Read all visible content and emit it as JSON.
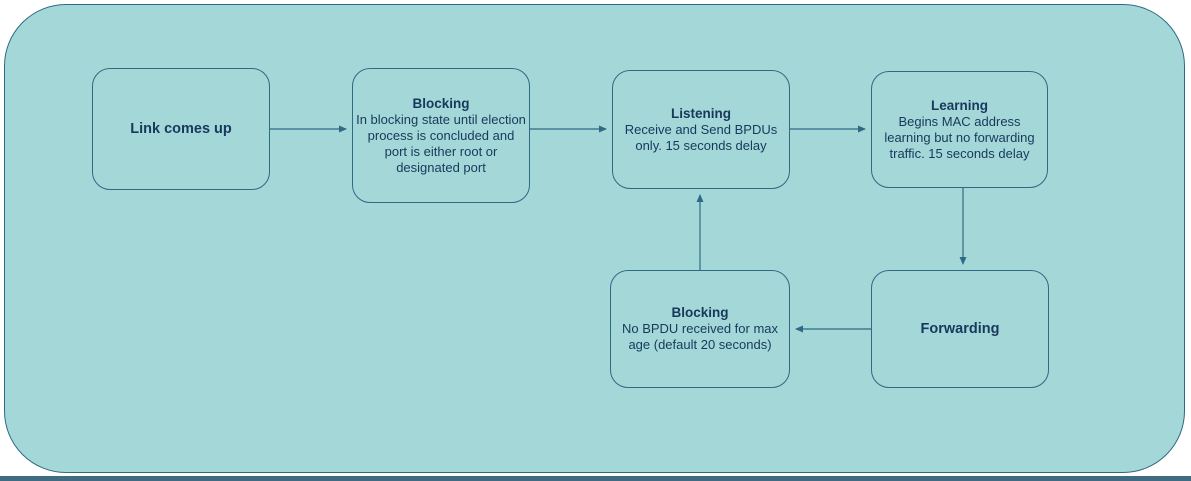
{
  "diagram": {
    "colors": {
      "canvas_fill": "#a4d7d8",
      "stroke": "#2f6a85",
      "text": "#17395c",
      "bottom_bar": "#406b80",
      "page_background": "#ffffff"
    },
    "nodes": [
      {
        "title": "Link comes up",
        "body": ""
      },
      {
        "title": "Blocking",
        "body": "In blocking state until election process is concluded and port is either root or designated port"
      },
      {
        "title": "Listening",
        "body": "Receive and Send BPDUs only. 15 seconds delay"
      },
      {
        "title": "Learning",
        "body": "Begins MAC address learning but no forwarding traffic. 15 seconds delay"
      },
      {
        "title": "Blocking",
        "body": "No BPDU received for max age (default 20 seconds)"
      },
      {
        "title": "Forwarding",
        "body": ""
      }
    ],
    "edges": [
      {
        "from": "Link comes up",
        "to": "Blocking (initial)"
      },
      {
        "from": "Blocking (initial)",
        "to": "Listening"
      },
      {
        "from": "Listening",
        "to": "Learning"
      },
      {
        "from": "Learning",
        "to": "Forwarding"
      },
      {
        "from": "Forwarding",
        "to": "Blocking (max age)"
      },
      {
        "from": "Blocking (max age)",
        "to": "Listening"
      }
    ]
  }
}
